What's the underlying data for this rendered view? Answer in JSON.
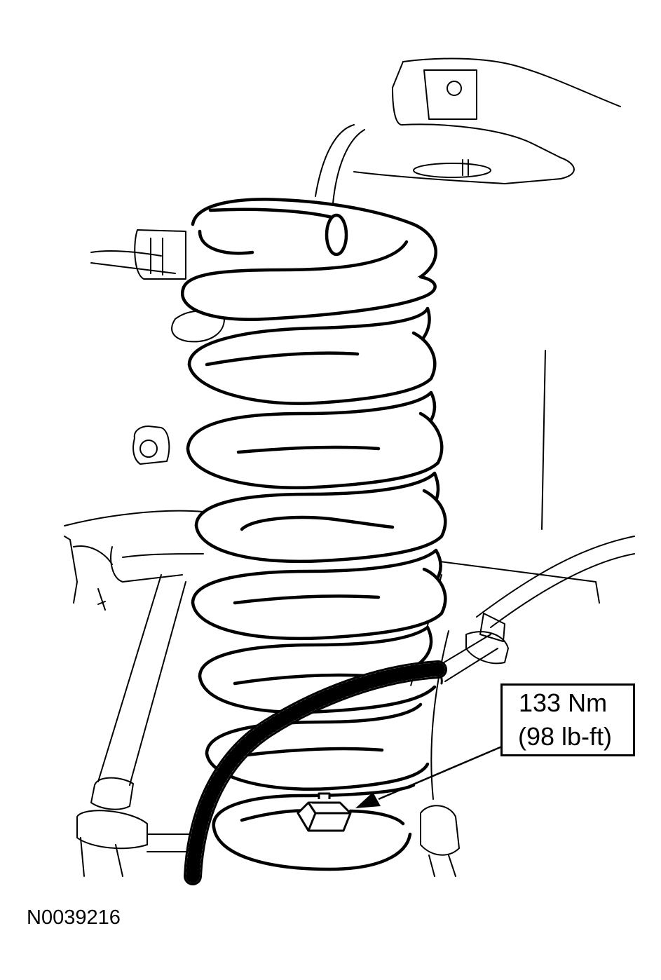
{
  "callout": {
    "torque_metric": "133 Nm",
    "torque_imperial": "(98 lb-ft)"
  },
  "figure_id": "N0039216",
  "icons": [
    "coil-spring-icon",
    "spring-seat-nut-icon",
    "brake-hose-icon",
    "pointer-arrow-icon"
  ],
  "colors": {
    "ink": "#000000",
    "paper": "#ffffff"
  }
}
